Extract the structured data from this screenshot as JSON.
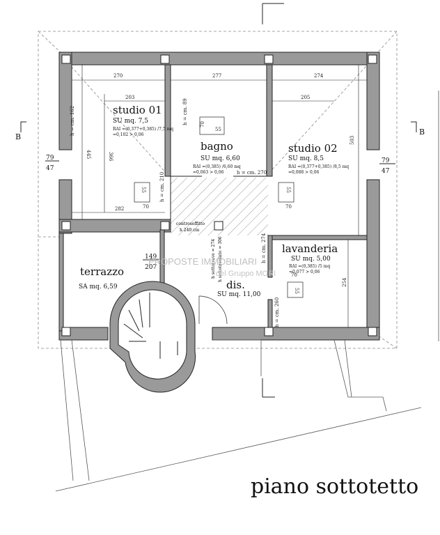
{
  "title": "piano sottotetto",
  "section_marker": "B",
  "watermark": {
    "line1": "PROPOSTE IMMOBILIARI",
    "line2": "del Gruppo MORI"
  },
  "rooms": [
    {
      "name": "studio 01",
      "area": "SU mq. 7,5",
      "rai": [
        "RAI =(0,377+0,385) /7,5 mq",
        "=0,102 > 0,06"
      ]
    },
    {
      "name": "bagno",
      "area": "SU mq. 6,60",
      "rai": [
        "RAI =(0,385) /6,60 mq",
        "=0,063 > 0,06"
      ]
    },
    {
      "name": "studio 02",
      "area": "SU mq. 8,5",
      "rai": [
        "RAI =(0,377+0,385) /8,5 mq",
        "=0,088 > 0,06"
      ]
    },
    {
      "name": "lavanderia",
      "area": "SU mq. 5,00",
      "rai": [
        "RAI =(0,385) /5 mq",
        "=0,077 > 0,06"
      ]
    },
    {
      "name": "terrazzo",
      "area": "SA mq. 6,59",
      "rai": []
    },
    {
      "name": "dis.",
      "area": "SU mq. 11,00",
      "rai": []
    }
  ],
  "dimensions": {
    "top_left": "270",
    "top_mid": "277",
    "top_right": "274",
    "studio01_inner": "203",
    "studio02_inner": "205",
    "left_height": "445",
    "studio01_height": "366",
    "right_height": "503",
    "lav_height": "254",
    "studio01_bottom": "282",
    "window_70_a": "70",
    "window_70_b": "70",
    "window_70_c": "70",
    "window_55_a": "55",
    "window_55_b": "55",
    "window_55_c": "55",
    "window_55_d": "55",
    "window_70_d": "70",
    "bagno_h": "h = cm. 270",
    "h_162": "h = cm. 162",
    "h_210": "h = cm. 210",
    "h_274": "h = cm. 274",
    "h_260": "h = cm. 260",
    "h_bagno_left": "h = cm. 89",
    "h_sottotrave": "h sottotrave = 274",
    "h_sottotavolato": "h sottotavolato = 306",
    "controsoffitto": "controsoffitto",
    "controsoffitto_h": "h 240 cm",
    "left_window_top": "79",
    "left_window_bottom": "47",
    "right_window_top": "79",
    "right_window_bottom": "47",
    "terrace_door_top": "149",
    "terrace_door_bottom": "207"
  }
}
